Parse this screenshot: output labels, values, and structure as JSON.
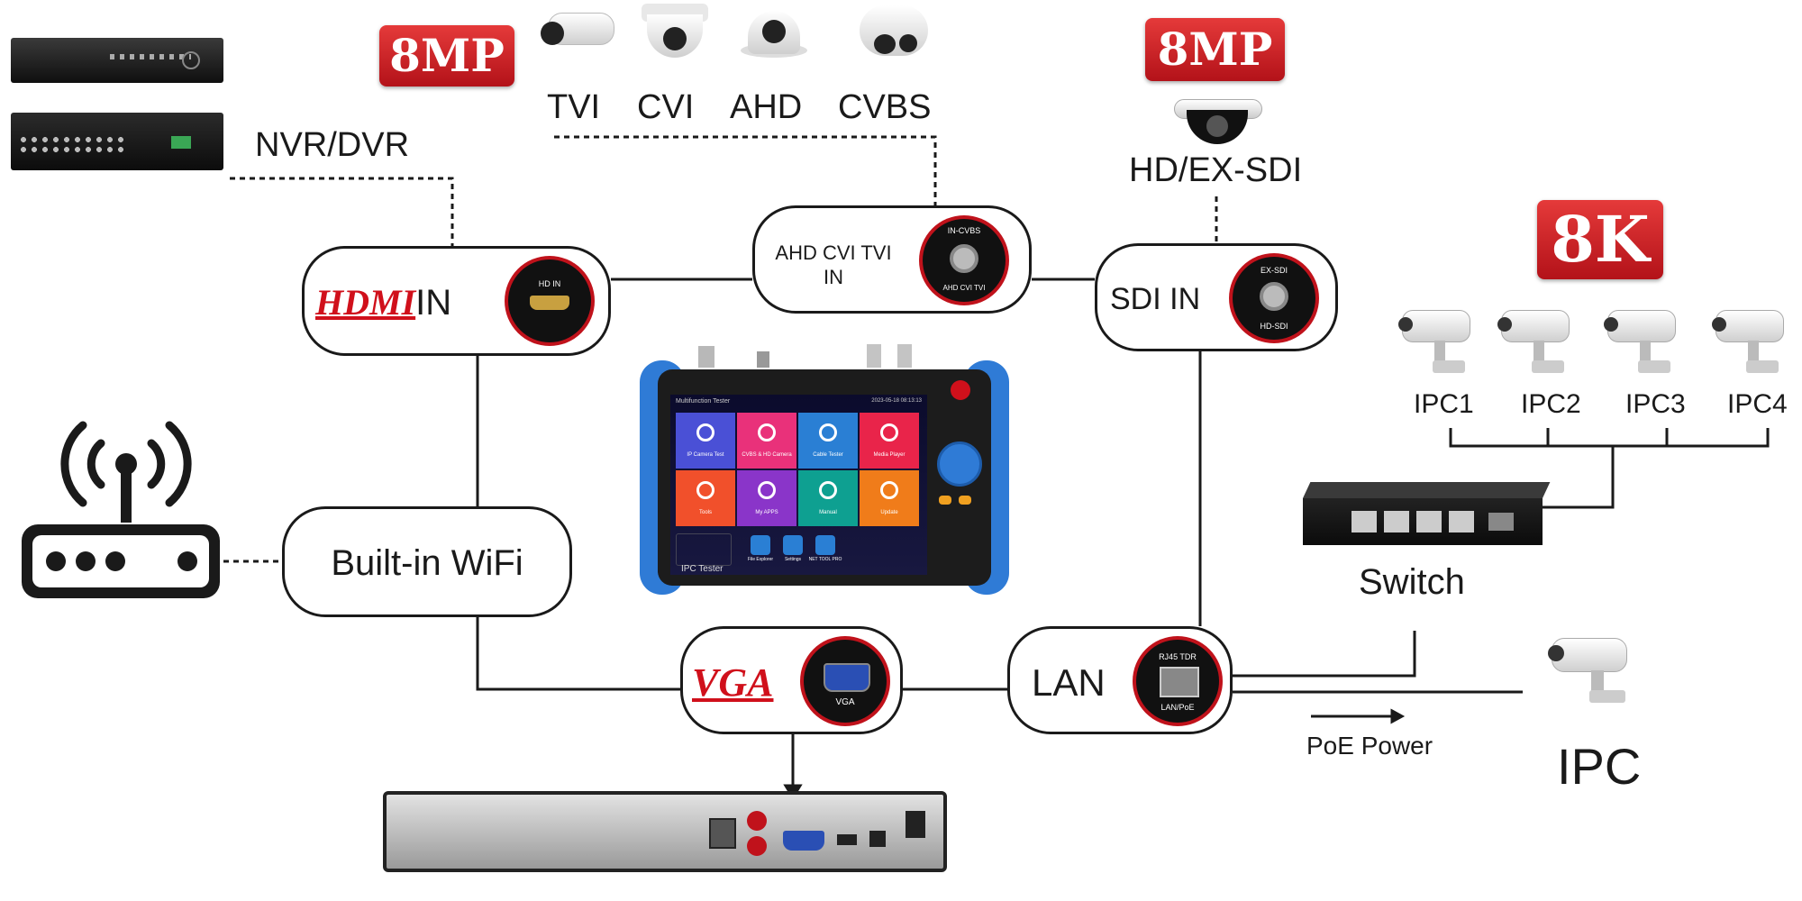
{
  "badges": {
    "top_left": "8MP",
    "top_right": "8MP",
    "right_8k": "8K"
  },
  "analog_cameras": [
    "TVI",
    "CVI",
    "AHD",
    "CVBS"
  ],
  "labels": {
    "nvr_dvr": "NVR/DVR",
    "hd_exsdi": "HD/EX-SDI",
    "switch": "Switch",
    "poe_power": "PoE Power",
    "ipc": "IPC"
  },
  "ipcs": [
    "IPC1",
    "IPC2",
    "IPC3",
    "IPC4"
  ],
  "nodes": {
    "hdmi": {
      "brand": "HDMI",
      "suffix": "IN",
      "port_text": "HD IN"
    },
    "analog": {
      "line1": "AHD CVI TVI",
      "line2": "IN",
      "port_top": "IN-CVBS",
      "port_bottom": "AHD CVI TVI"
    },
    "sdi": {
      "label": "SDI IN",
      "port_top": "EX-SDI",
      "port_bottom": "HD-SDI"
    },
    "wifi": {
      "label": "Built-in WiFi"
    },
    "vga": {
      "brand": "VGA",
      "port_text": "VGA"
    },
    "lan": {
      "label": "LAN",
      "port_top": "RJ45 TDR",
      "port_bottom": "LAN/PoE"
    }
  },
  "tester": {
    "header": "Multifunction Tester",
    "status": "2023-05-18 08:13:13",
    "brand": "IPC Tester",
    "apps": [
      "IP Camera Test",
      "CVBS & HD Camera",
      "Cable Tester",
      "Media Player",
      "Tools",
      "My APPS",
      "Manual",
      "Update"
    ],
    "dock": [
      "File Explorer",
      "Settings",
      "NET TOOL PRO"
    ],
    "colors": [
      "#4a50d6",
      "#e9317a",
      "#2a7fd4",
      "#e9244a",
      "#f1502b",
      "#8a35c9",
      "#0ea091",
      "#f07c1a"
    ]
  },
  "colors": {
    "accent_red": "#c0121b",
    "outline": "#1a1a1a",
    "tester_blue": "#2f7bd6"
  }
}
